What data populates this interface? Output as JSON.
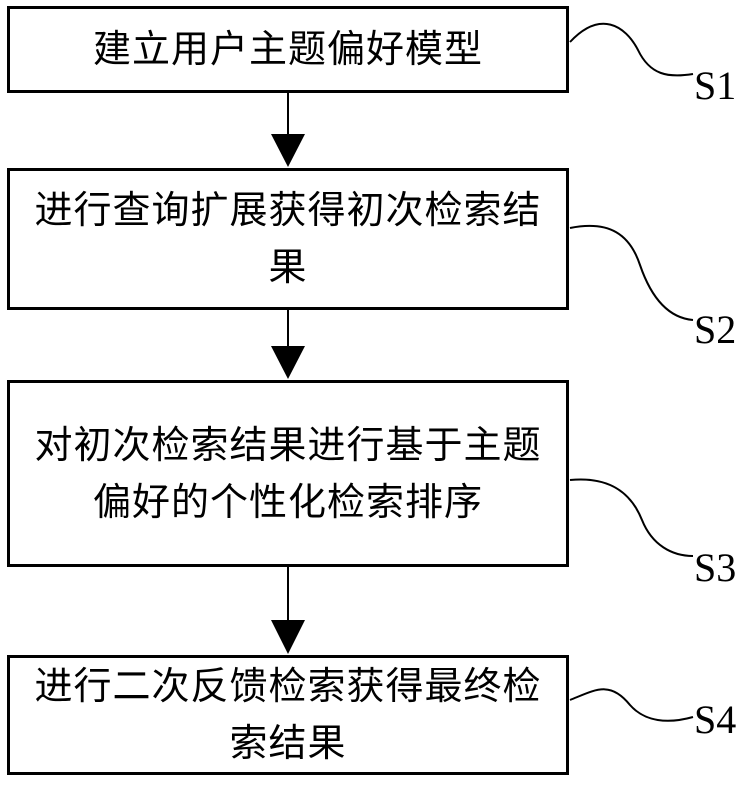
{
  "steps": [
    {
      "id": "S1",
      "text": "建立用户主题偏好模型"
    },
    {
      "id": "S2",
      "text": "进行查询扩展获得初次检索结果"
    },
    {
      "id": "S3",
      "text": "对初次检索结果进行基于主题偏好的个性化检索排序"
    },
    {
      "id": "S4",
      "text": "进行二次反馈检索获得最终检索结果"
    }
  ]
}
